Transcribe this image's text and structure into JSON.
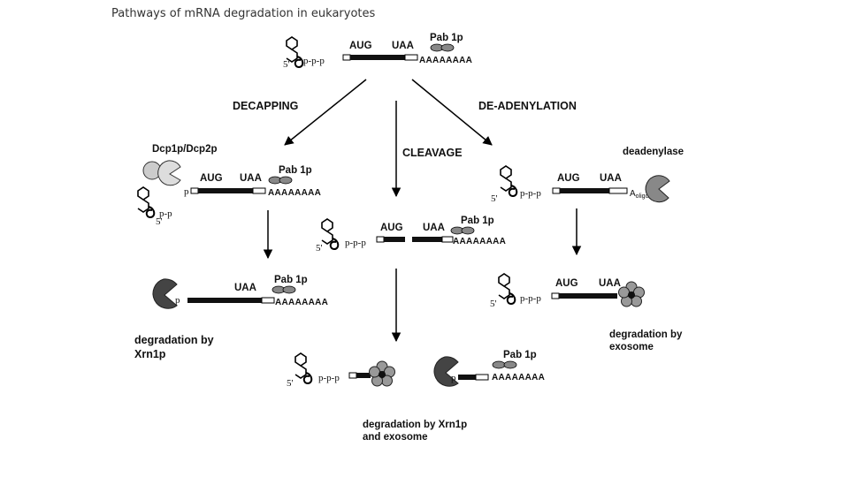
{
  "title": "Pathways of mRNA degradation in eukaryotes",
  "labels": {
    "aug": "AUG",
    "uaa": "UAA",
    "pab1p": "Pab 1p",
    "poly_a": "AAAAAAAA",
    "five_prime": "5'",
    "five_cap": "p-p-p",
    "p": "p",
    "pp": "p-p",
    "oligo_a": "A",
    "oligo_sub": "oligo"
  },
  "pathways": {
    "decapping": "DECAPPING",
    "cleavage": "CLEAVAGE",
    "deadenylation": "DE-ADENYLATION"
  },
  "enzymes": {
    "decapping_enzyme": "Dcp1p/Dcp2p",
    "deadenylase": "deadenylase"
  },
  "outcomes": {
    "xrn1_line1": "degradation by",
    "xrn1_line2": "Xrn1p",
    "exosome_line1": "degradation by",
    "exosome_line2": "exosome",
    "both_line1": "degradation by Xrn1p",
    "both_line2": "and exosome"
  }
}
